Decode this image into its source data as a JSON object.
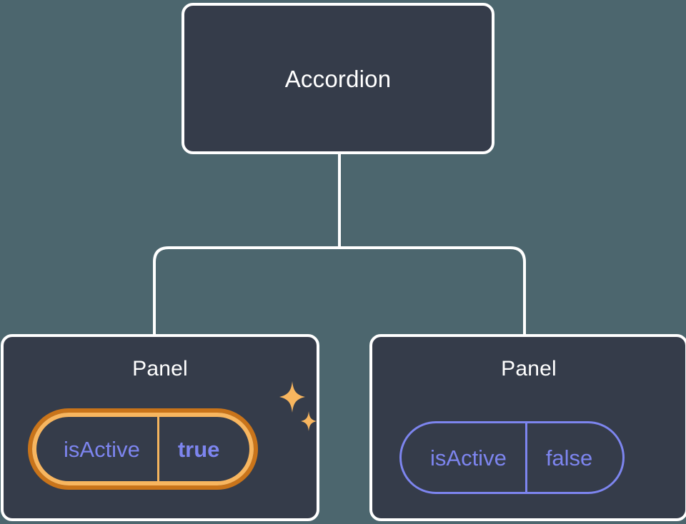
{
  "diagram": {
    "type": "component-tree",
    "background_color": "#4c666e",
    "node_fill": "#353c4a",
    "node_border": "#ffffff",
    "connector_color": "#ffffff",
    "accent_indigo": "#7d85ef",
    "accent_amber_light": "#f8b65f",
    "accent_amber_dark": "#c9741a",
    "root": {
      "title": "Accordion"
    },
    "children": [
      {
        "title": "Panel",
        "highlighted": true,
        "sparkle_icon": "sparkles-icon",
        "prop": {
          "key": "isActive",
          "value": "true"
        }
      },
      {
        "title": "Panel",
        "highlighted": false,
        "prop": {
          "key": "isActive",
          "value": "false"
        }
      }
    ]
  }
}
